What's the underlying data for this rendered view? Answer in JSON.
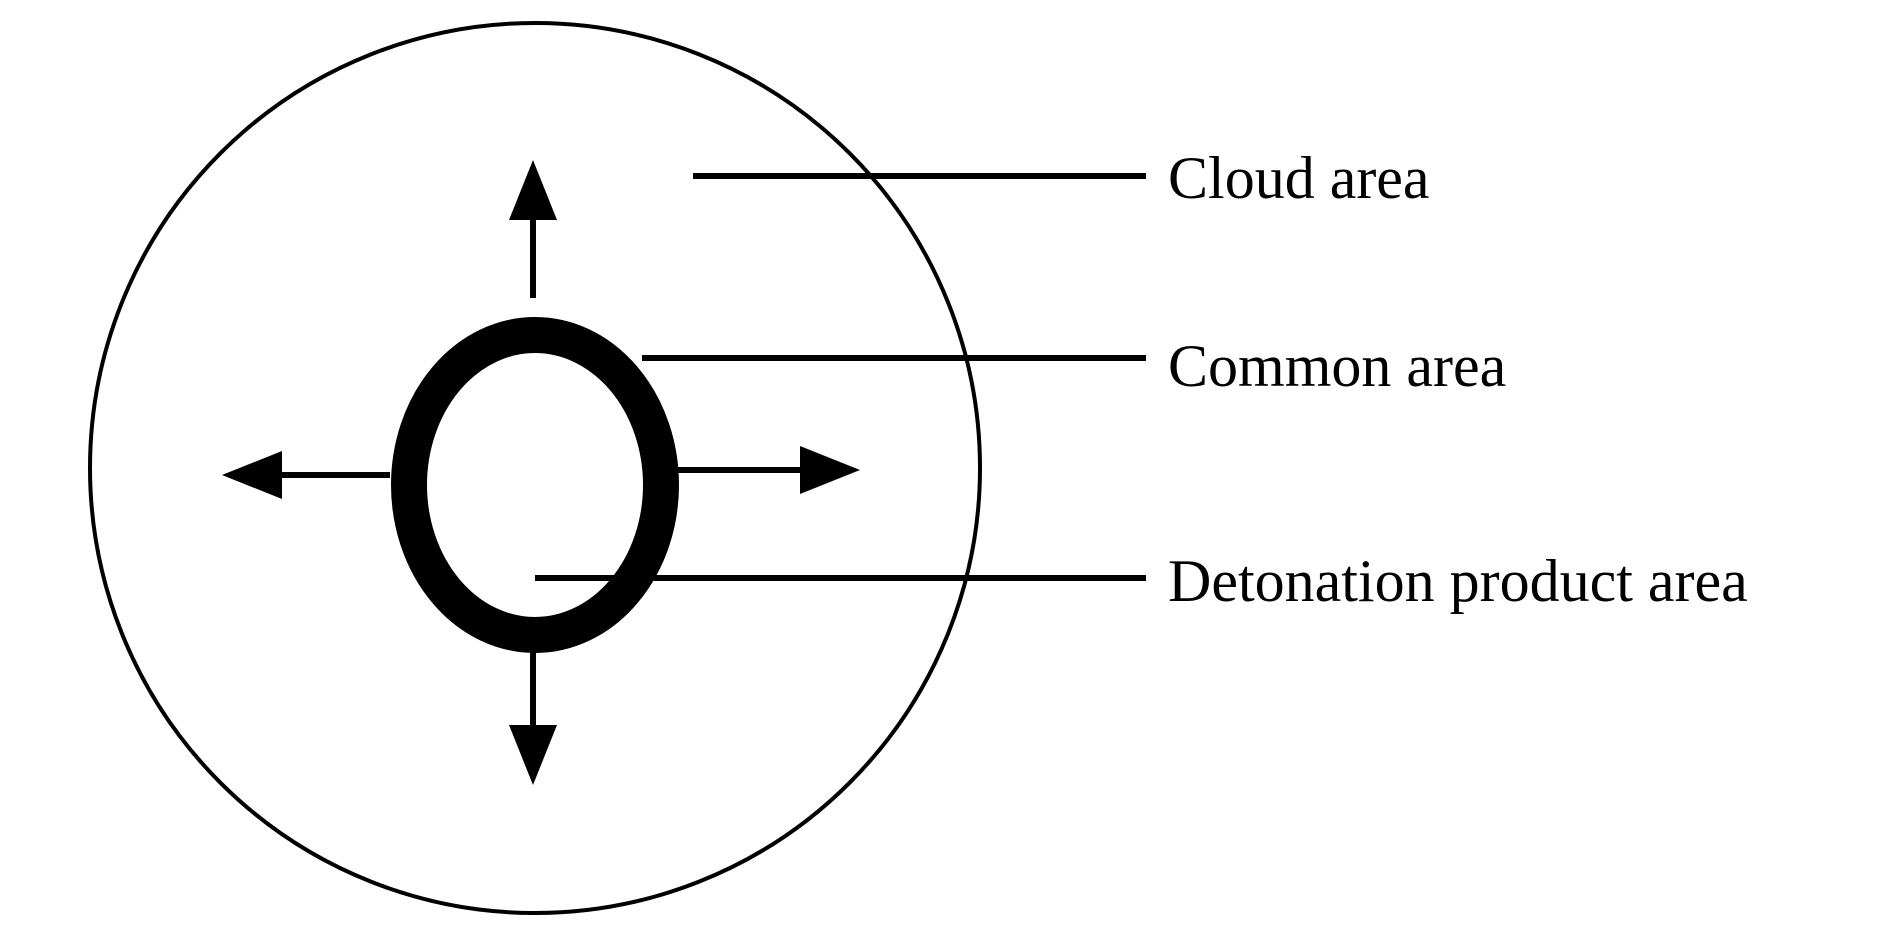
{
  "colors": {
    "stroke": "#000000",
    "background": "#ffffff"
  },
  "labels": {
    "cloud": "Cloud area",
    "common": "Common area",
    "detonation": "Detonation product area"
  }
}
